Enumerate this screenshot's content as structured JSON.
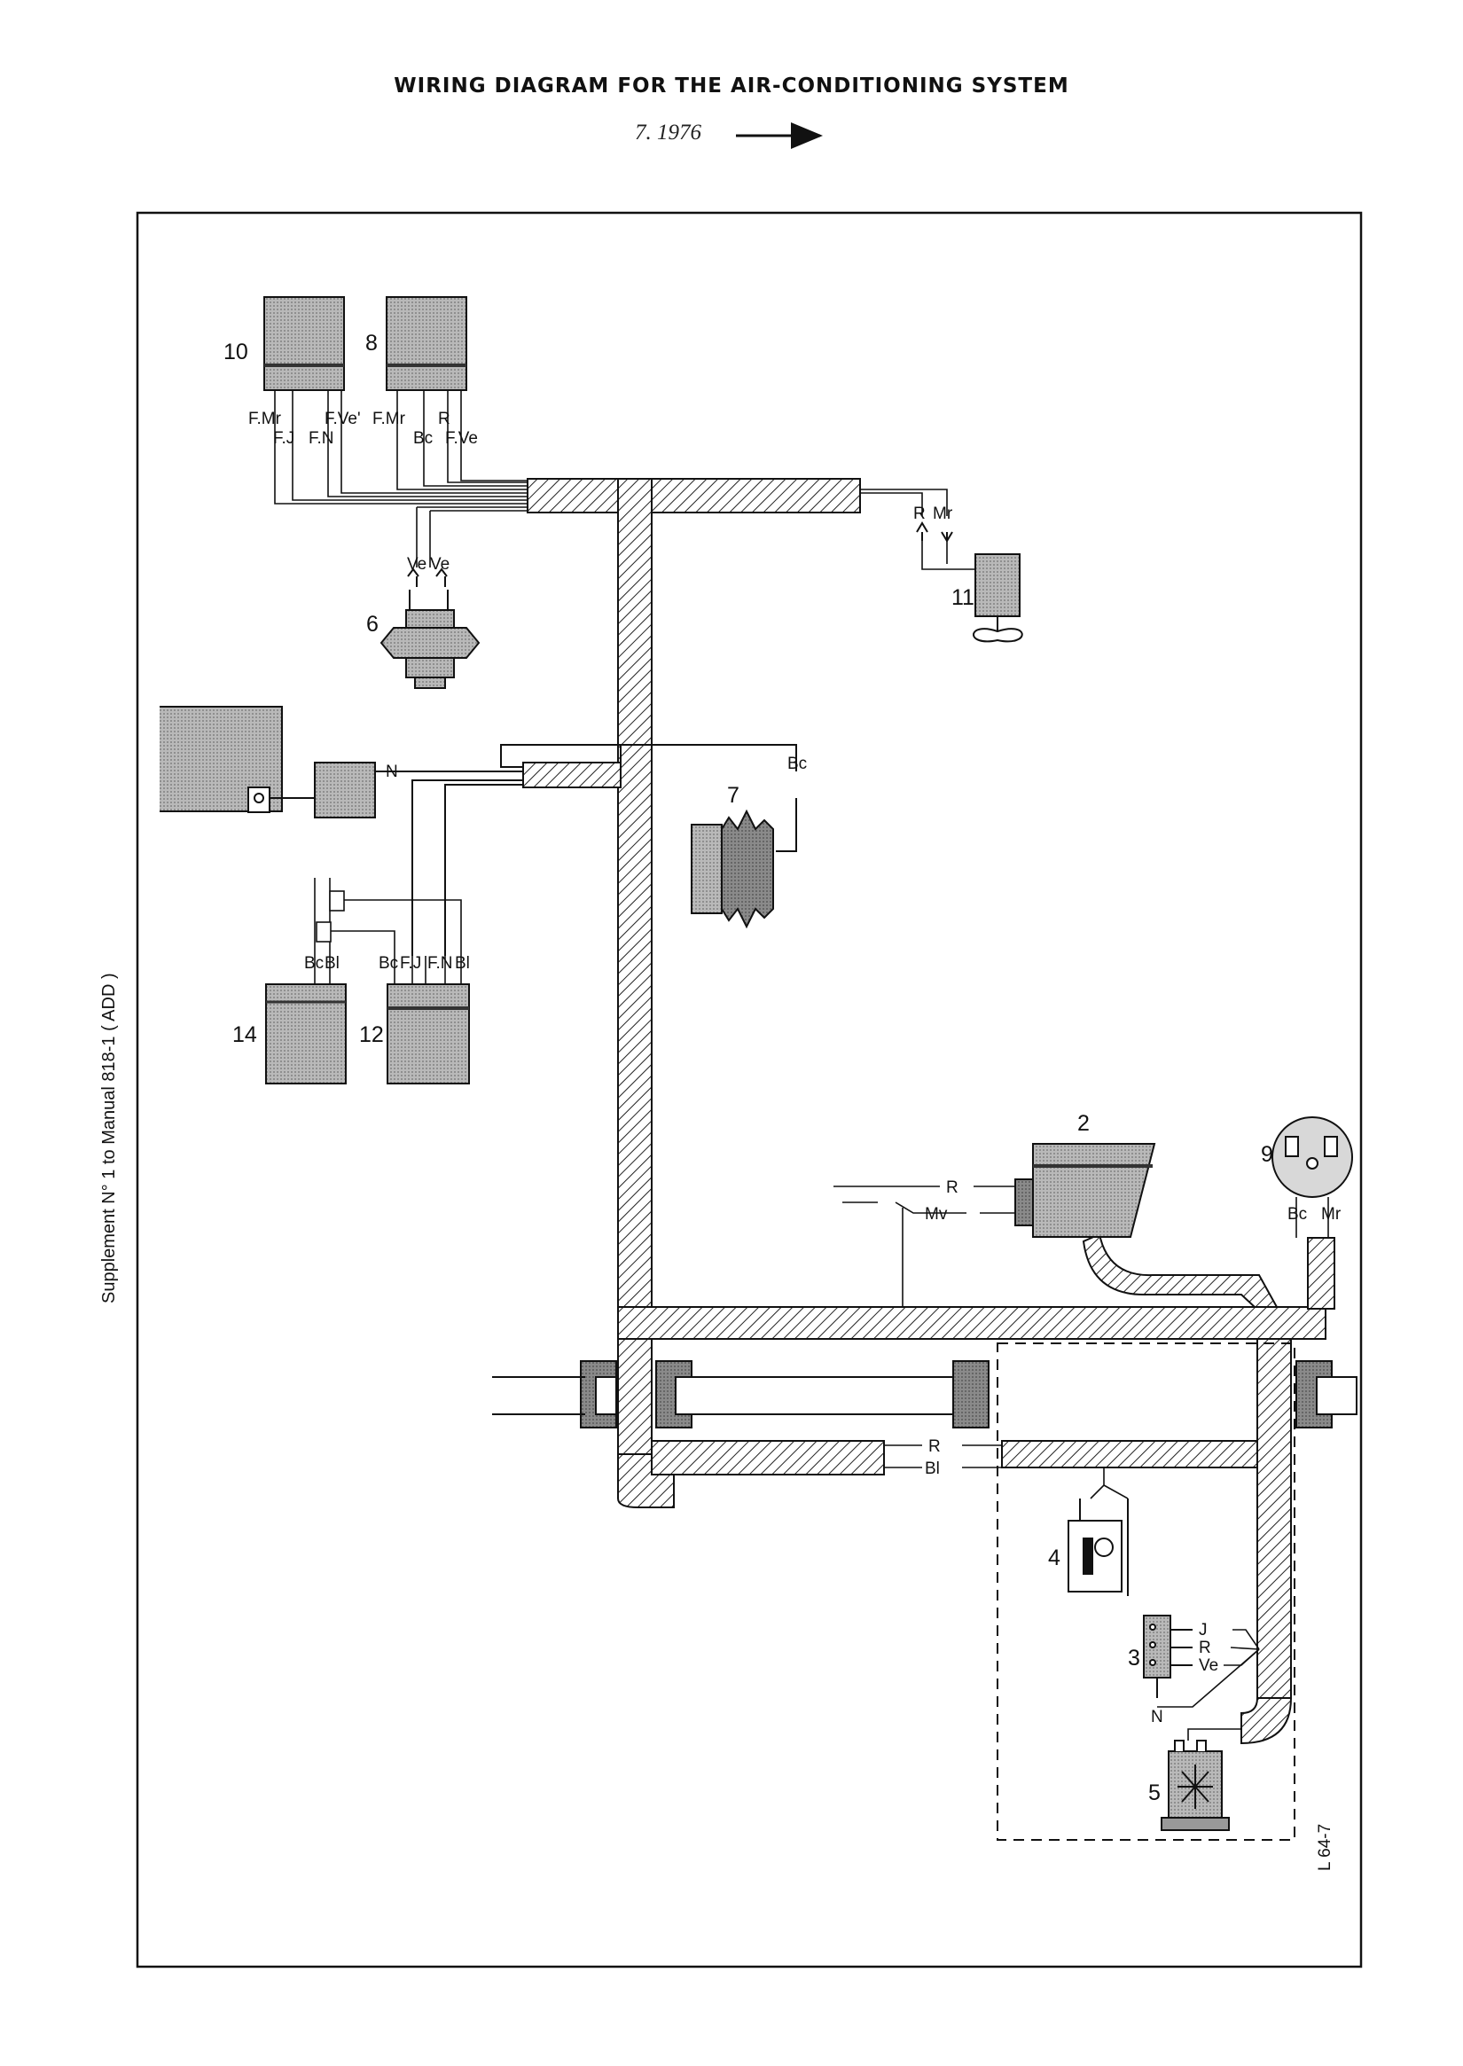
{
  "header": {
    "title": "WIRING DIAGRAM FOR THE AIR-CONDITIONING SYSTEM",
    "date": "7. 1976"
  },
  "side_note": "Supplement N° 1 to Manual 818-1 ( ADD )",
  "drawing_ref": "L 64-7",
  "components": {
    "c2": "2",
    "c3": "3",
    "c4": "4",
    "c5": "5",
    "c6": "6",
    "c7": "7",
    "c8": "8",
    "c9": "9",
    "c10": "10",
    "c11": "11",
    "c12": "12",
    "c14": "14"
  },
  "wires": {
    "c10_fmr": "F.Mr",
    "c10_fj": "F.J",
    "c10_fn": "F.N",
    "c10_fve": "F.Ve'",
    "c8_fmr": "F.Mr",
    "c8_bc": "Bc",
    "c8_r": "R",
    "c8_fve": "F.Ve",
    "c6_ve1": "Ve",
    "c6_ve2": "Ve",
    "c11_r": "R",
    "c11_mr": "Mr",
    "c7_bc": "Bc",
    "aux_n": "N",
    "c14_bc": "Bc",
    "c14_bl": "Bl",
    "c12_bc": "Bc",
    "c12_fj": "F.J",
    "c12_fn": "F.N",
    "c12_bl": "Bl",
    "c2_r": "R",
    "c2_mv": "Mv",
    "c9_bc": "Bc",
    "c9_mr": "Mr",
    "low_r": "R",
    "low_bl": "Bl",
    "c3_j": "J",
    "c3_r": "R",
    "c3_ve": "Ve",
    "c3_n": "N"
  }
}
